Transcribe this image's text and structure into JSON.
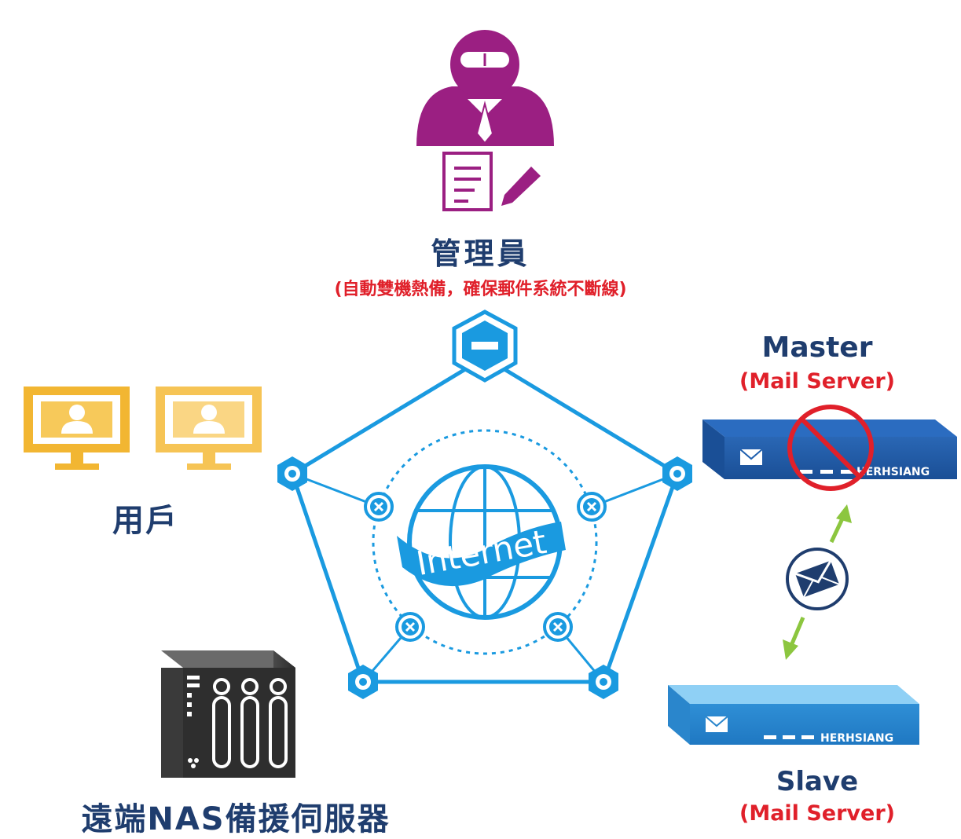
{
  "administrator": {
    "title": "管理員",
    "subtitle": "(自動雙機熱備，確保郵件系統不斷線)"
  },
  "internet": {
    "label": "Internet"
  },
  "users": {
    "label": "用戶"
  },
  "nas": {
    "label": "遠端NAS備援伺服器"
  },
  "master": {
    "title": "Master",
    "subtitle": "(Mail Server)",
    "brand": "HERHSIANG",
    "status": "blocked"
  },
  "slave": {
    "title": "Slave",
    "subtitle": "(Mail Server)",
    "brand": "HERHSIANG"
  },
  "colors": {
    "network_blue": "#1a9ae0",
    "admin_purple": "#9b1f82",
    "label_navy": "#1f3d6e",
    "label_red": "#e0202a",
    "monitor_yellow": "#f2b632",
    "server_blue": "#1f5fae",
    "server_light_blue": "#3aa6e6",
    "arrow_green": "#8cc63f"
  }
}
